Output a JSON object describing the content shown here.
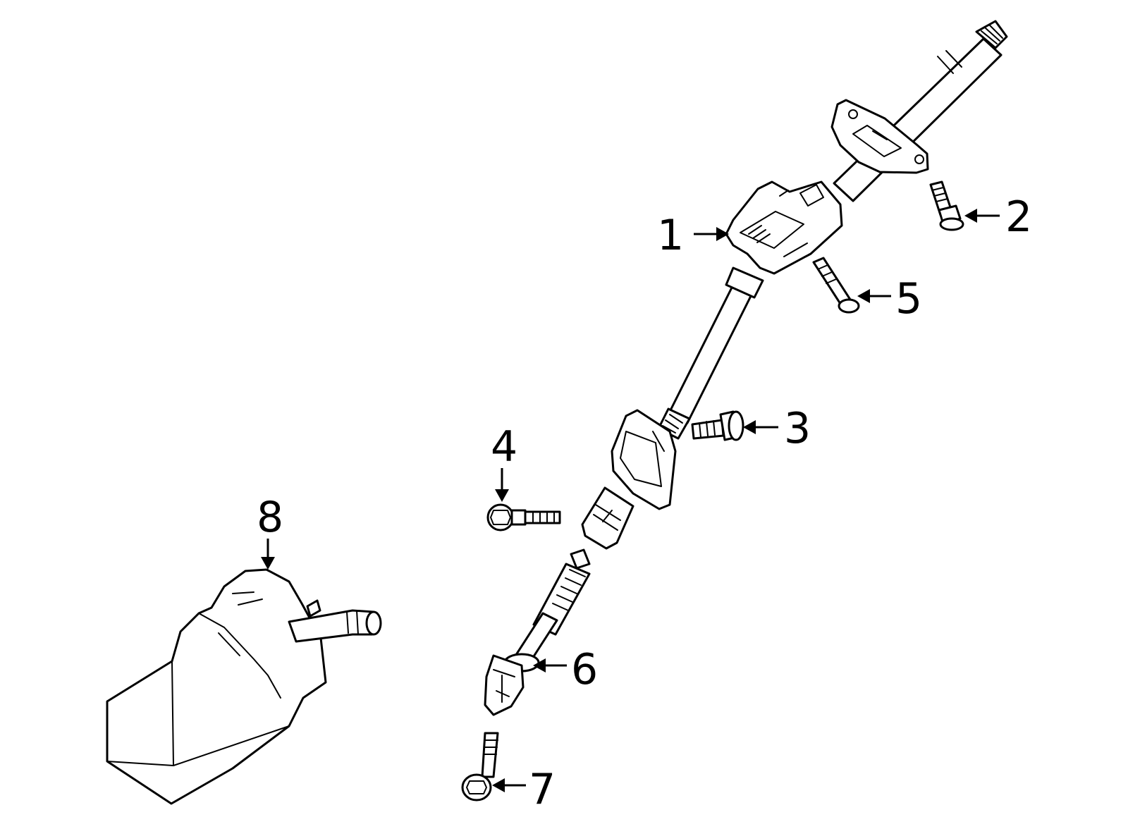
{
  "callouts": [
    {
      "id": 1,
      "label": "1"
    },
    {
      "id": 2,
      "label": "2"
    },
    {
      "id": 3,
      "label": "3"
    },
    {
      "id": 4,
      "label": "4"
    },
    {
      "id": 5,
      "label": "5"
    },
    {
      "id": 6,
      "label": "6"
    },
    {
      "id": 7,
      "label": "7"
    },
    {
      "id": 8,
      "label": "8"
    }
  ]
}
